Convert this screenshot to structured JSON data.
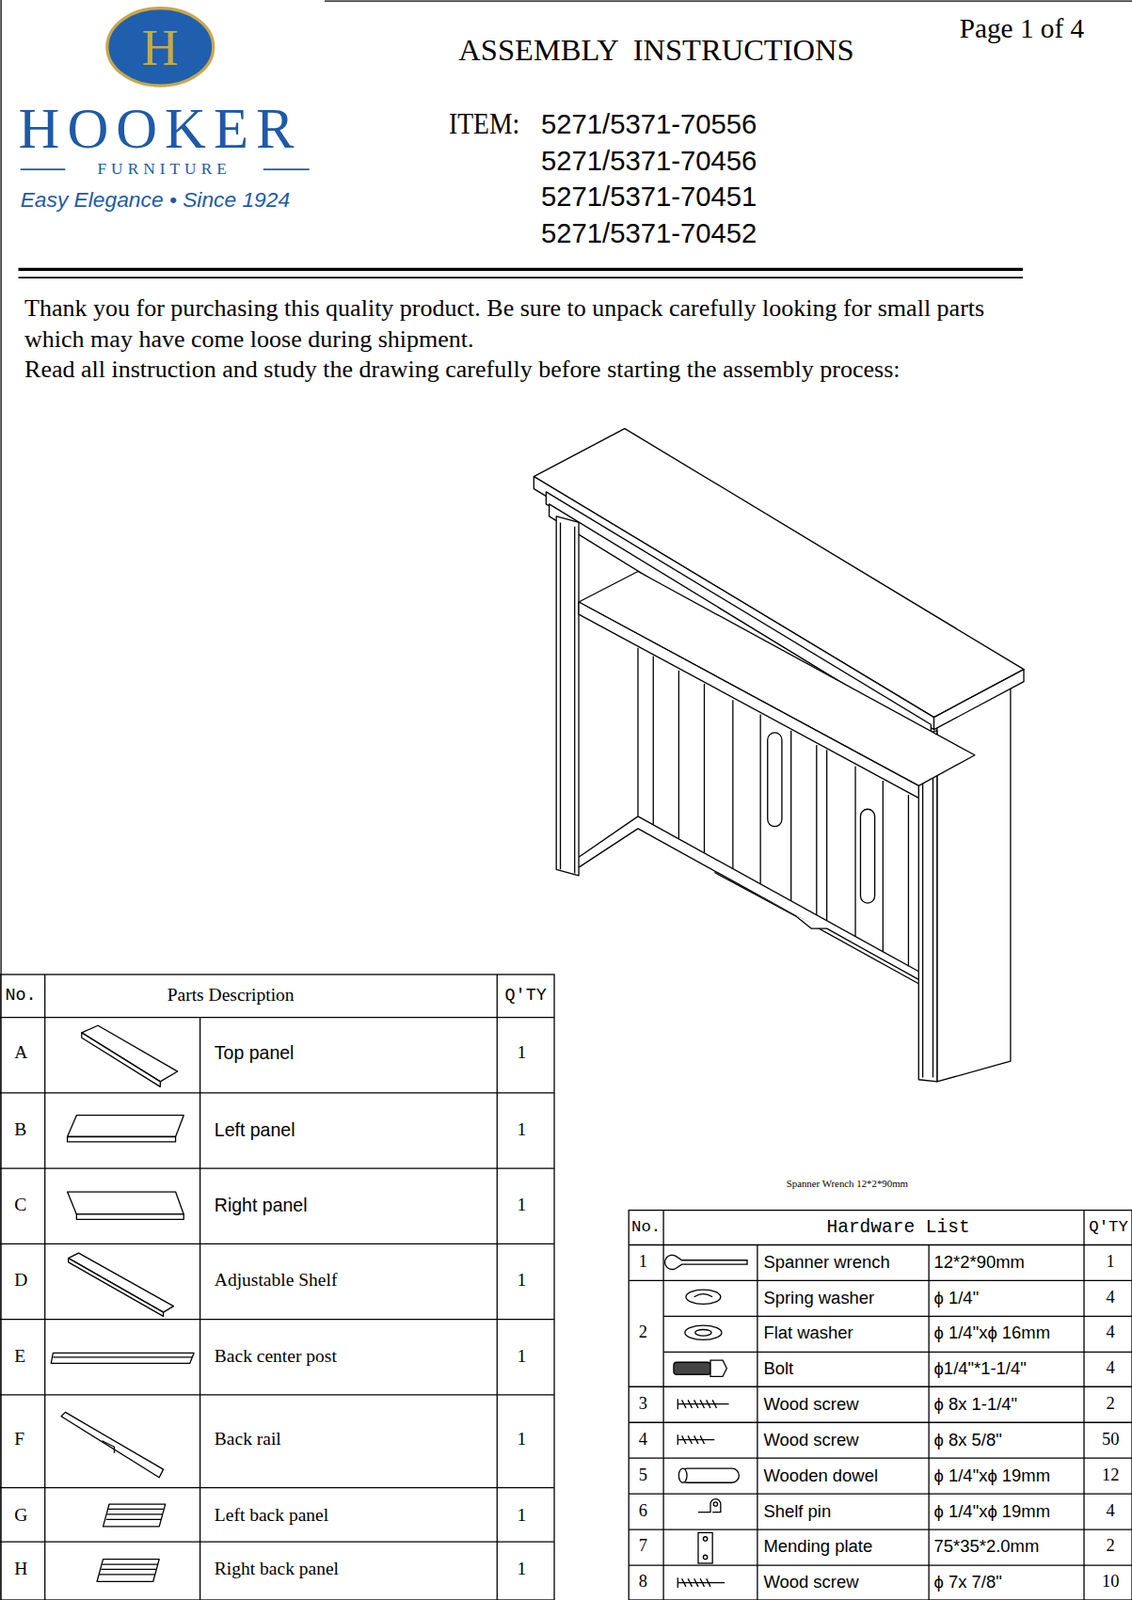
{
  "diagram": {
    "title": "ASSEMBLY  INSTRUCTIONS",
    "labels": [
      "H",
      "HOOKER",
      "FURNITURE",
      "Easy Elegance • Since 1924",
      "Page 1 of 4",
      "ITEM:",
      "5271/5371-70556",
      "5271/5371-70456",
      "5271/5371-70451",
      "5271/5371-70452",
      "Thank you for purchasing this quality product. Be sure to unpack carefully looking for small parts which may have come loose during shipment.",
      "Read all instruction and study the drawing carefully before starting the assembly process:",
      "Spanner Wrench 12*2*90mm",
      "No.",
      "Parts Description",
      "Q'TY",
      "A",
      "Top panel",
      "1",
      "B",
      "Left panel",
      "1",
      "C",
      "Right panel",
      "1",
      "D",
      "Adjustable Shelf",
      "1",
      "E",
      "Back center post",
      "1",
      "F",
      "Back rail",
      "1",
      "G",
      "Left back panel",
      "1",
      "H",
      "Right back panel",
      "1",
      "No.",
      "Hardware List",
      "Q'TY",
      "1",
      "Spanner wrench",
      "12*2*90mm",
      "1",
      "2",
      "Spring washer",
      "ϕ  1/4\"",
      "4",
      "Flat washer",
      "ϕ  1/4\"xϕ 16mm",
      "4",
      "Bolt",
      "ϕ1/4\"*1-1/4\"",
      "4",
      "3",
      "Wood screw",
      "ϕ  8x 1-1/4\"",
      "2",
      "4",
      "Wood screw",
      "ϕ  8x 5/8\"",
      "50",
      "5",
      "Wooden dowel",
      "ϕ  1/4\"xϕ 19mm",
      "12",
      "6",
      "Shelf pin",
      "ϕ  1/4\"xϕ 19mm",
      "4",
      "7",
      "Mending plate",
      "75*35*2.0mm",
      "2",
      "8",
      "Wood screw",
      "ϕ  7x 7/8\"",
      "10"
    ]
  }
}
